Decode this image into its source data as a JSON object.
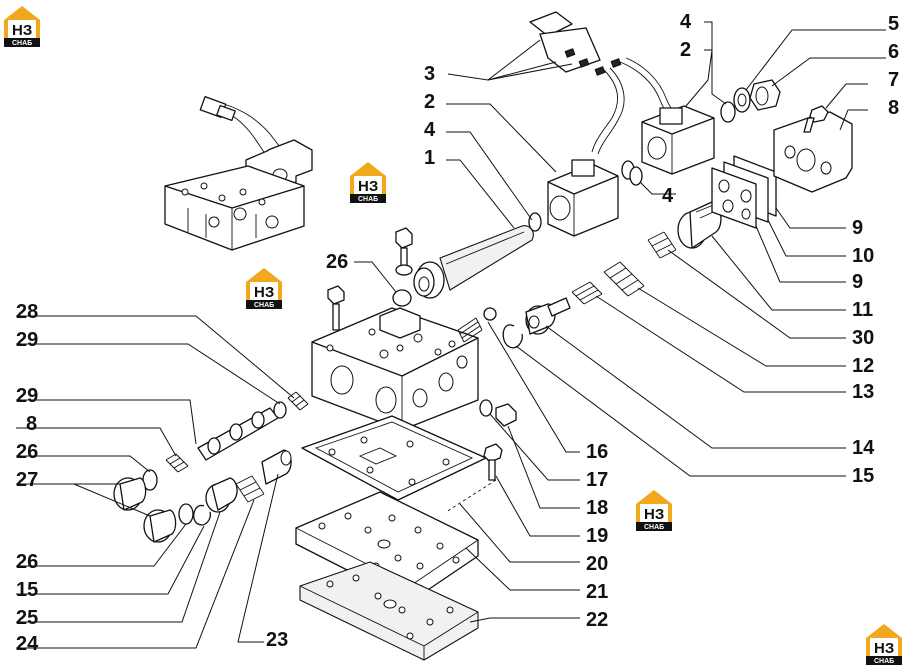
{
  "logo": {
    "mark": "НЗ",
    "caption": "СНАБ",
    "color": "#f2a81d"
  },
  "callouts": {
    "c1": "1",
    "c2a": "2",
    "c2b": "2",
    "c3": "3",
    "c4a": "4",
    "c4b": "4",
    "c4c": "4",
    "c5": "5",
    "c6": "6",
    "c7": "7",
    "c8a": "8",
    "c8b": "8",
    "c9a": "9",
    "c9b": "9",
    "c10": "10",
    "c11": "11",
    "c12": "12",
    "c13": "13",
    "c14": "14",
    "c15a": "15",
    "c15b": "15",
    "c16": "16",
    "c17": "17",
    "c18": "18",
    "c19": "19",
    "c20": "20",
    "c21": "21",
    "c22": "22",
    "c23": "23",
    "c24": "24",
    "c25": "25",
    "c26a": "26",
    "c26b": "26",
    "c26c": "26",
    "c27": "27",
    "c28": "28",
    "c29a": "29",
    "c29b": "29",
    "c30": "30"
  }
}
